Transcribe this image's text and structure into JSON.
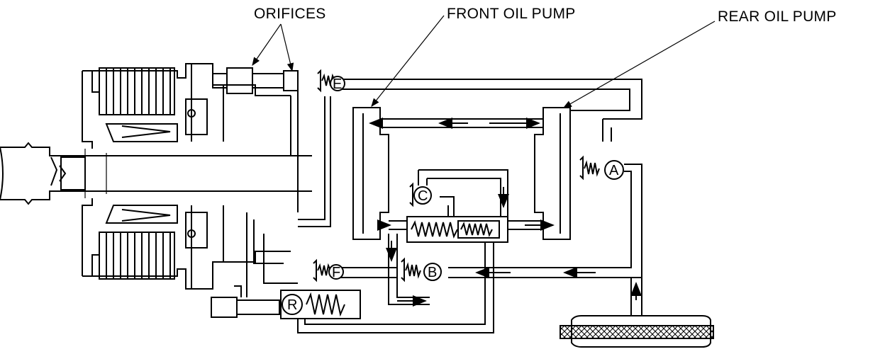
{
  "labels": {
    "orifices": "ORIFICES",
    "front_pump": "FRONT OIL PUMP",
    "rear_pump": "REAR OIL PUMP"
  },
  "valves": {
    "a": "A",
    "b": "B",
    "c": "C",
    "e": "E",
    "f": "F",
    "r": "R"
  }
}
